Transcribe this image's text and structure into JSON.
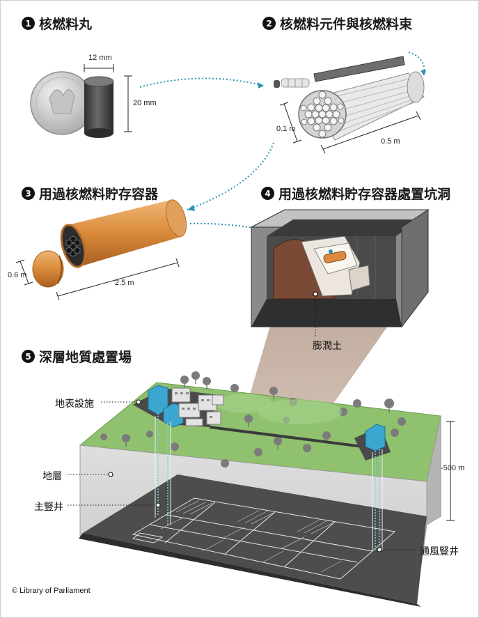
{
  "steps": [
    {
      "num": "1",
      "title": "核燃料丸"
    },
    {
      "num": "2",
      "title": "核燃料元件與核燃料束"
    },
    {
      "num": "3",
      "title": "用過核燃料貯存容器"
    },
    {
      "num": "4",
      "title": "用過核燃料貯存容器處置坑洞"
    },
    {
      "num": "5",
      "title": "深層地質處置場"
    }
  ],
  "dimensions": {
    "pellet_diameter": "12 mm",
    "pellet_height": "20 mm",
    "bundle_diameter": "0.1 m",
    "bundle_length": "0.5 m",
    "container_diameter": "0.6 m",
    "container_length": "2.5 m",
    "depth": "-500 m"
  },
  "labels": {
    "bentonite": "膨潤土",
    "surface_facility": "地表設施",
    "strata": "地層",
    "main_shaft": "主豎井",
    "vent_shaft": "通風豎井"
  },
  "credit": "© Library of Parliament",
  "colors": {
    "ground_green": "#8fc16e",
    "container_copper": "#d98a3a",
    "building_blue": "#3ba7d1",
    "underground": "#555555",
    "arrow_teal": "#2a93b5"
  }
}
